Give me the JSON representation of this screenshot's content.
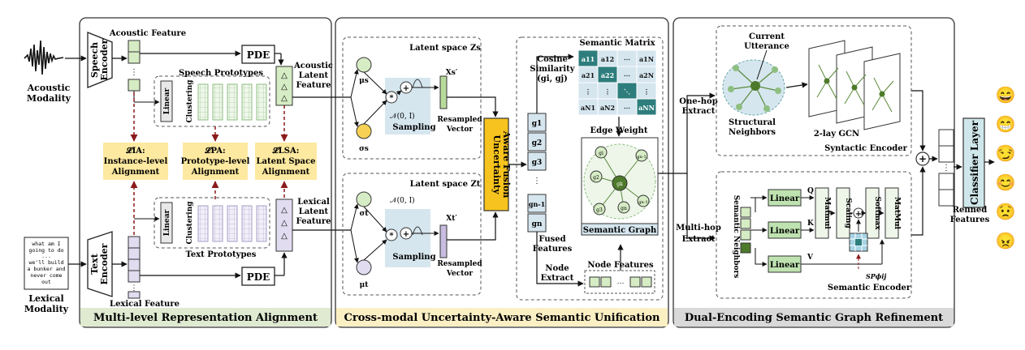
{
  "panels": {
    "left": "Multi-level Representation Alignment",
    "middle": "Cross-modal Uncertainty-Aware  Semantic Unification",
    "right": "Dual-Encoding Semantic Graph Refinement"
  },
  "inputs": {
    "acoustic_l1": "Acoustic",
    "acoustic_l2": "Modality",
    "lexical_l1": "Lexical",
    "lexical_l2": "Modality",
    "transcript": [
      "what am I",
      "going to do",
      "...",
      "we'll build",
      "a bunker and",
      "never come",
      "out"
    ]
  },
  "left": {
    "speech_enc_l1": "Speech",
    "speech_enc_l2": "Encoder",
    "text_enc_l1": "Text",
    "text_enc_l2": "Encoder",
    "acoustic_feature": "Acoustic Feature",
    "lexical_feature": "Lexical Feature",
    "pde": "PDE",
    "acoustic_latent": [
      "Acoustic",
      "Latent",
      "Feature"
    ],
    "lexical_latent": [
      "Lexical",
      "Latent",
      "Feature"
    ],
    "speech_prototypes": "Speech Prototypes",
    "text_prototypes": "Text Prototypes",
    "linear": "Linear",
    "clustering": "Clustering",
    "loss_ia": "𝓛IA:",
    "loss_ia_text": [
      "Instance-level",
      "Alignment"
    ],
    "loss_pa": "𝓛PA:",
    "loss_pa_text": [
      "Prototype-level",
      "Alignment"
    ],
    "loss_lsa": "𝓛LSA:",
    "loss_lsa_text": [
      "Latent Space",
      "Alignment"
    ]
  },
  "middle": {
    "latent_s": "Latent space  Zs",
    "latent_t": "Latent space  Zt",
    "mu_s": "μs",
    "sigma_s": "σs",
    "mu_t": "μt",
    "sigma_t": "σt",
    "normal": "𝒩(0, I)",
    "sampling": "Sampling",
    "xs": "Xs′",
    "xt": "Xt′",
    "resampled": [
      "Resampled",
      "Vector"
    ],
    "fusion": [
      "Uncertainty",
      "Aware Fusion"
    ],
    "cosine": [
      "Cosine",
      "Similarity",
      "(gi, gj)"
    ],
    "g_nodes": [
      "g1",
      "g2",
      "g3",
      "⋮",
      "gn-1",
      "gn"
    ],
    "fused": [
      "Fused",
      "Features"
    ],
    "node_extract": [
      "Node",
      "Extract"
    ],
    "semantic_matrix": "Semantic Matrix",
    "matrix_cells": [
      [
        "a11",
        "a12",
        "⋯",
        "a1N"
      ],
      [
        "a21",
        "a22",
        "⋯",
        "a2N"
      ],
      [
        "⋮",
        "⋮",
        "⋱",
        "⋮"
      ],
      [
        "aN1",
        "aN2",
        "⋯",
        "aNN"
      ]
    ],
    "edge_weight": "Edge Weight",
    "semantic_graph": "Semantic Graph",
    "node_features": "Node  Features",
    "graph_nodes": [
      "gi",
      "gn-1",
      "g2",
      "gk",
      "gn-1",
      "g3",
      "gn"
    ]
  },
  "right": {
    "current_utterance": [
      "Current",
      "Utterance"
    ],
    "structural_neighbors": [
      "Structural",
      "Neighbors"
    ],
    "one_hop": [
      "One-hop",
      "Extract"
    ],
    "multi_hop": [
      "Multi-hop",
      "Extract"
    ],
    "gcn": "2-lay GCN",
    "syntactic_encoder": "Syntactic Encoder",
    "semantic_encoder": "Semantic Encoder",
    "semantic_neighbors": "Semantic Neighbors",
    "linear": "Linear",
    "q": "Q",
    "k": "K",
    "v": "V",
    "matmul": "Matmul",
    "scaling": "Scaling",
    "softmax": "Softmax",
    "matmul2": "MatMul",
    "sp": "SPϕij",
    "refined": [
      "Refined",
      "Features"
    ],
    "classifier": "Classifier Layer"
  },
  "emojis": [
    "😄",
    "😁",
    "😏",
    "😊",
    "😟",
    "😠"
  ],
  "colors": {
    "yellow_box": "#fde9a0",
    "fusion": "#f7c31e",
    "green_panel": "#dfead1",
    "yellow_panel": "#fbefc4",
    "gray_panel": "#d9d9d9",
    "teal": "#2e7d7d",
    "classifier": "#cfe7ea",
    "linear_green": "#bfe3b0"
  }
}
